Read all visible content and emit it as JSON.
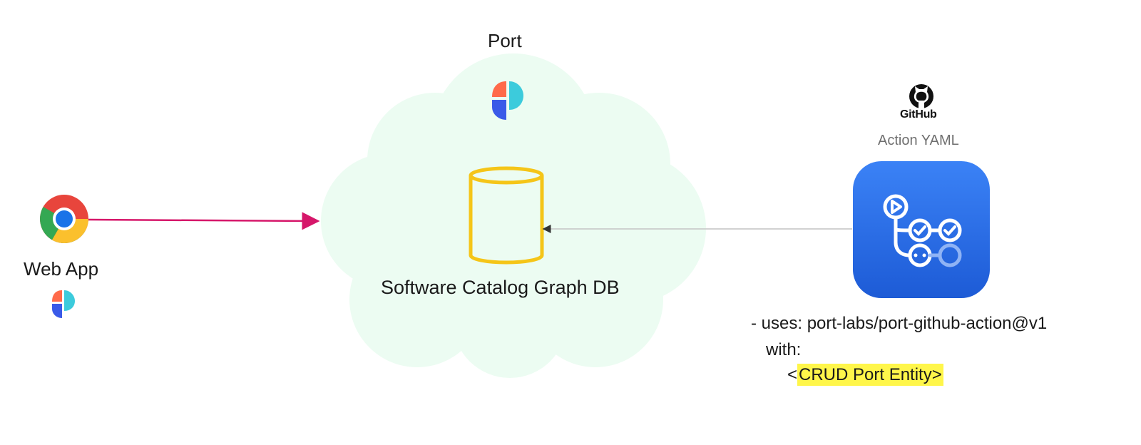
{
  "port_cloud": {
    "title": "Port",
    "db_label": "Software Catalog Graph DB"
  },
  "web_app": {
    "label": "Web App"
  },
  "github": {
    "wordmark": "GitHub",
    "subtitle": "Action YAML"
  },
  "yaml": {
    "line1": "- uses: port-labs/port-github-action@v1",
    "line2": "with:",
    "line3_open": "<",
    "line3_highlight": "CRUD Port Entity>"
  },
  "colors": {
    "cloud_fill": "#ecfcf2",
    "db_stroke": "#f5c518",
    "arrow_magenta": "#d6176a",
    "arrow_gray": "#c4c4c4",
    "actions_tile_top": "#3b7ff2",
    "actions_tile_bottom": "#1f5ed6",
    "highlight": "#fff64a"
  },
  "icons": {
    "port_logo": "port-logo-icon",
    "chrome": "chrome-icon",
    "github": "github-octocat-icon",
    "actions": "github-actions-icon",
    "database": "database-cylinder-icon"
  }
}
